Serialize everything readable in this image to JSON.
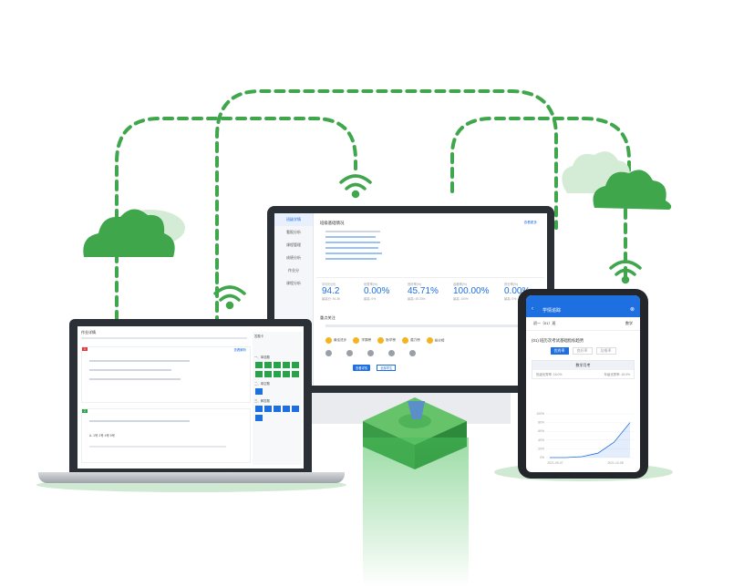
{
  "monitor": {
    "sidebar": [
      "班级学情",
      "看报分析",
      "课程管理",
      "成绩分析",
      "作业分",
      "课程分析"
    ],
    "section1_title": "班级基础情况",
    "section1_link": "查看更多",
    "kpis": [
      {
        "label": "平均分(分)",
        "value": "94.2",
        "sub": "最高分: 91.36"
      },
      {
        "label": "优秀率(%)",
        "value": "0.00%",
        "sub": "最高: 0%"
      },
      {
        "label": "良好率(%)",
        "value": "45.71%",
        "sub": "最高: 45.33%"
      },
      {
        "label": "及格率(%)",
        "value": "100.00%",
        "sub": "最高: 100%"
      },
      {
        "label": "低分率(%)",
        "value": "0.00%",
        "sub": "最高: 0%"
      }
    ],
    "section2_title": "重点关注",
    "honors": [
      "最佳进步",
      "学霸榜",
      "勤学榜",
      "潜力榜",
      "拔尖榜"
    ],
    "btn_primary": "查看详情",
    "btn_secondary": "全部学生"
  },
  "laptop": {
    "title": "作业详情",
    "q1_label": "1",
    "q2_label": "2",
    "q2_text": "A. 1号 2号 4号 5号",
    "answer_link": "查看解析",
    "right_panel_title": "答题卡",
    "groups": [
      "一、单选题",
      "二、填空题",
      "三、解答题"
    ]
  },
  "phone": {
    "title": "学情追踪",
    "selector1": "初一（01）班",
    "selector2": "数学",
    "chart_title": "(01) 班历次考试基础指标趋势",
    "tabs": [
      "优秀率",
      "良好率",
      "及格率"
    ],
    "sub_title": "数学月考",
    "stat1": "班级优秀率:  16.0%",
    "stat2": "年级优秀率:  19.0%"
  },
  "chart_data": {
    "type": "line",
    "categories": [
      "2021-09-07",
      "2021-10-08"
    ],
    "yticks": [
      "100%",
      "80%",
      "60%",
      "40%",
      "20%",
      "0%"
    ],
    "series": [
      {
        "values": [
          0,
          0,
          2,
          10,
          35,
          80
        ]
      }
    ],
    "ylim": [
      0,
      100
    ]
  },
  "colors": {
    "accent": "#1e6fe0",
    "green": "#48a84f",
    "dark": "#2b2f36"
  }
}
